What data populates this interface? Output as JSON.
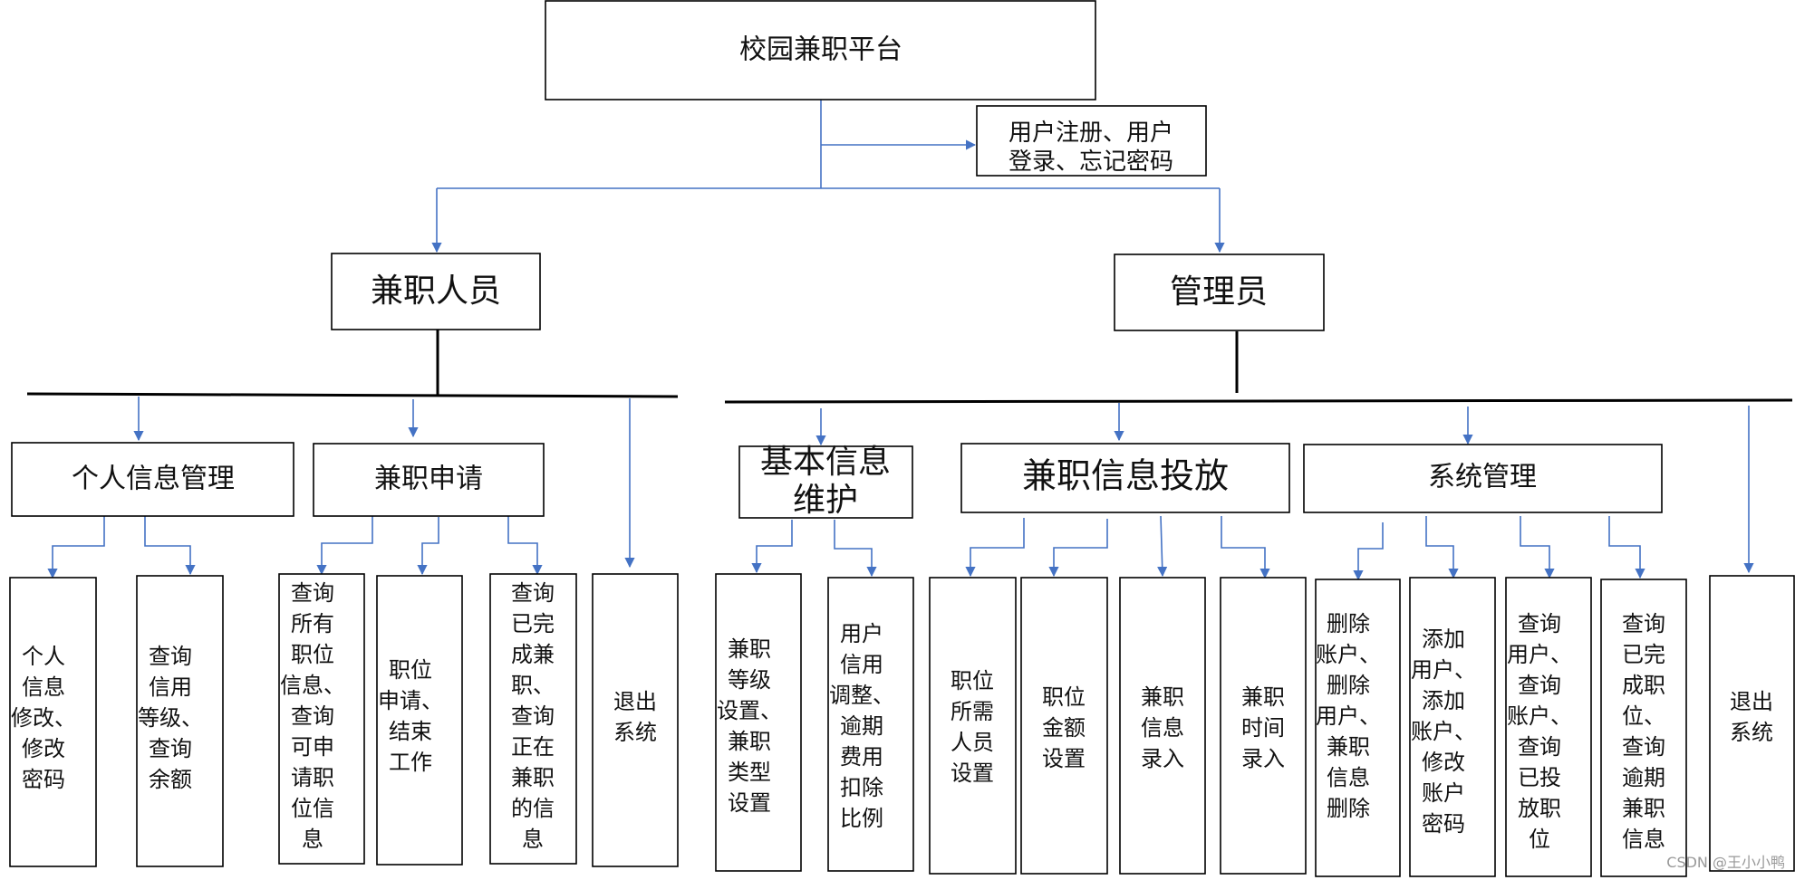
{
  "diagram": {
    "root": "校园兼职平台",
    "auth": [
      "用户注册、用户",
      "登录、忘记密码"
    ],
    "roles": {
      "member": "兼职人员",
      "admin": "管理员"
    },
    "member_modules": {
      "personal_info": "个人信息管理",
      "job_apply": "兼职申请",
      "exit": [
        "退出",
        "系统"
      ]
    },
    "member_leaves": {
      "modify_info": [
        "个人",
        "信息",
        "修改、",
        "修改",
        "密码"
      ],
      "credit": [
        "查询",
        "信用",
        "等级、",
        "查询",
        "余额"
      ],
      "query_jobs": [
        "查询",
        "所有",
        "职位",
        "信息、",
        "查询",
        "可申",
        "请职",
        "位信",
        "息"
      ],
      "apply_end": [
        "职位",
        "申请、",
        "结束",
        "工作"
      ],
      "done_jobs": [
        "查询",
        "已完",
        "成兼",
        "职、",
        "查询",
        "正在",
        "兼职",
        "的信",
        "息"
      ]
    },
    "admin_modules": {
      "basic_info": [
        "基本信息",
        "维护"
      ],
      "job_post": "兼职信息投放",
      "system": "系统管理",
      "exit": [
        "退出",
        "系统"
      ]
    },
    "admin_leaves": {
      "level_type": [
        "兼职",
        "等级",
        "设置、",
        "兼职",
        "类型",
        "设置"
      ],
      "credit_adjust": [
        "用户",
        "信用",
        "调整、",
        "逾期",
        "费用",
        "扣除",
        "比例"
      ],
      "staff_needed": [
        "职位",
        "所需",
        "人员",
        "设置"
      ],
      "amount": [
        "职位",
        "金额",
        "设置"
      ],
      "info_entry": [
        "兼职",
        "信息",
        "录入"
      ],
      "time_entry": [
        "兼职",
        "时间",
        "录入"
      ],
      "delete": [
        "删除",
        "账户、",
        "删除",
        "用户、",
        "兼职",
        "信息",
        "删除"
      ],
      "add": [
        "添加",
        "用户、",
        "添加",
        "账户、",
        "修改",
        "账户",
        "密码"
      ],
      "query_user": [
        "查询",
        "用户、",
        "查询",
        "账户、",
        "查询",
        "已投",
        "放职",
        "位"
      ],
      "query_done": [
        "查询",
        "已完",
        "成职",
        "位、",
        "查询",
        "逾期",
        "兼职",
        "信息"
      ]
    },
    "watermark": "CSDN @王小小鸭"
  }
}
